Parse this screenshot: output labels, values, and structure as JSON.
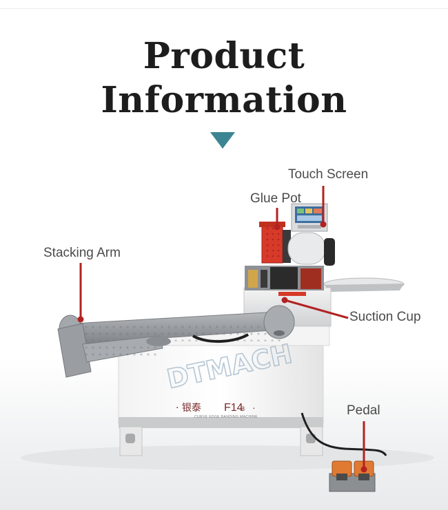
{
  "heading": {
    "line1": "Product",
    "line2": "Information"
  },
  "labels": {
    "touch_screen": "Touch Screen",
    "glue_pot": "Glue Pot",
    "stacking_arm": "Stacking Arm",
    "suction_cup": "Suction Cup",
    "pedal": "Pedal"
  },
  "machine_text": {
    "brand": "DTMACH",
    "model_cn": "· 银泰",
    "model_no": "F14",
    "model_sub": "-3",
    "dot_right": "·",
    "caption": "CURVE EDGE BANDING MACHINE"
  },
  "colors": {
    "accent": "#3b8592",
    "callout": "#b22222",
    "title": "#1d1d1d",
    "label": "#4a4a4a",
    "glue_pot": "#d83a2a"
  },
  "icons": {
    "pointer": "down-triangle"
  }
}
